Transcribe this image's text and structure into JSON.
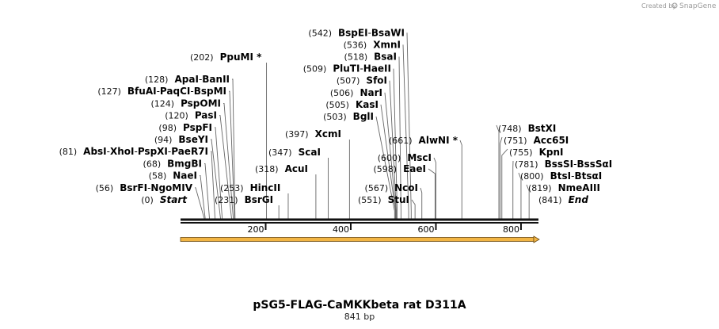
{
  "title": "pSG5-FLAG-CaMKKbeta rat D311A",
  "length_label": "841 bp",
  "credit": "Created by",
  "brand": "SnapGene",
  "sequence_length": 841,
  "ruler_ticks": [
    "200",
    "400",
    "600",
    "800"
  ],
  "colors": {
    "feature": "#f2b544",
    "feature_edge": "#6b4a12",
    "line": "#555555",
    "backbone": "#111111"
  },
  "sites_left": [
    {
      "pos": "(0)",
      "names": [
        "Start"
      ],
      "italic": true,
      "bp": 0
    },
    {
      "pos": "(56)",
      "names": [
        "BsrFI",
        "NgoMIV"
      ],
      "bp": 56
    },
    {
      "pos": "(58)",
      "names": [
        "NaeI"
      ],
      "bp": 58
    },
    {
      "pos": "(68)",
      "names": [
        "BmgBI"
      ],
      "bp": 68
    },
    {
      "pos": "(81)",
      "names": [
        "AbsI",
        "XhoI",
        "PspXI",
        "PaeR7I"
      ],
      "bp": 81
    },
    {
      "pos": "(94)",
      "names": [
        "BseYI"
      ],
      "bp": 94
    },
    {
      "pos": "(98)",
      "names": [
        "PspFI"
      ],
      "bp": 98
    },
    {
      "pos": "(120)",
      "names": [
        "PasI"
      ],
      "bp": 120
    },
    {
      "pos": "(124)",
      "names": [
        "PspOMI"
      ],
      "bp": 124
    },
    {
      "pos": "(127)",
      "names": [
        "BfuAI",
        "PaqCI",
        "BspMI"
      ],
      "bp": 127
    },
    {
      "pos": "(128)",
      "names": [
        "ApaI",
        "BanII"
      ],
      "bp": 128
    }
  ],
  "sites_mid": [
    {
      "pos": "(231)",
      "names": [
        "BsrGI"
      ],
      "bp": 231
    },
    {
      "pos": "(253)",
      "names": [
        "HincII"
      ],
      "bp": 253
    },
    {
      "pos": "(318)",
      "names": [
        "AcuI"
      ],
      "bp": 318
    },
    {
      "pos": "(347)",
      "names": [
        "ScaI"
      ],
      "bp": 347
    },
    {
      "pos": "(397)",
      "names": [
        "XcmI"
      ],
      "bp": 397
    },
    {
      "pos": "(202)",
      "names": [
        "PpuMI *"
      ],
      "bp": 202
    }
  ],
  "sites_upper": [
    {
      "pos": "(503)",
      "names": [
        "BglI"
      ],
      "bp": 503
    },
    {
      "pos": "(505)",
      "names": [
        "KasI"
      ],
      "bp": 505
    },
    {
      "pos": "(506)",
      "names": [
        "NarI"
      ],
      "bp": 506
    },
    {
      "pos": "(507)",
      "names": [
        "SfoI"
      ],
      "bp": 507
    },
    {
      "pos": "(509)",
      "names": [
        "PluTI",
        "HaeII"
      ],
      "bp": 509
    },
    {
      "pos": "(518)",
      "names": [
        "BsaI"
      ],
      "bp": 518
    },
    {
      "pos": "(536)",
      "names": [
        "XmnI"
      ],
      "bp": 536
    },
    {
      "pos": "(542)",
      "names": [
        "BspEI",
        "BsaWI"
      ],
      "bp": 542
    }
  ],
  "sites_lower": [
    {
      "pos": "(551)",
      "names": [
        "StuI"
      ],
      "bp": 551
    },
    {
      "pos": "(567)",
      "names": [
        "NcoI"
      ],
      "bp": 567
    },
    {
      "pos": "(598)",
      "names": [
        "EaeI"
      ],
      "bp": 598
    },
    {
      "pos": "(600)",
      "names": [
        "MscI"
      ],
      "bp": 600
    },
    {
      "pos": "(661)",
      "names": [
        "AlwNI *"
      ],
      "bp": 661
    }
  ],
  "sites_right": [
    {
      "pos": "(748)",
      "names": [
        "BstXI"
      ],
      "bp": 748
    },
    {
      "pos": "(751)",
      "names": [
        "Acc65I"
      ],
      "bp": 751
    },
    {
      "pos": "(755)",
      "names": [
        "KpnI"
      ],
      "bp": 755
    },
    {
      "pos": "(781)",
      "names": [
        "BssSI",
        "BssSαI"
      ],
      "bp": 781
    },
    {
      "pos": "(800)",
      "names": [
        "BtsI",
        "BtsαI"
      ],
      "bp": 800
    },
    {
      "pos": "(819)",
      "names": [
        "NmeAIII"
      ],
      "bp": 819
    },
    {
      "pos": "(841)",
      "names": [
        "End"
      ],
      "italic": true,
      "bp": 841
    }
  ]
}
